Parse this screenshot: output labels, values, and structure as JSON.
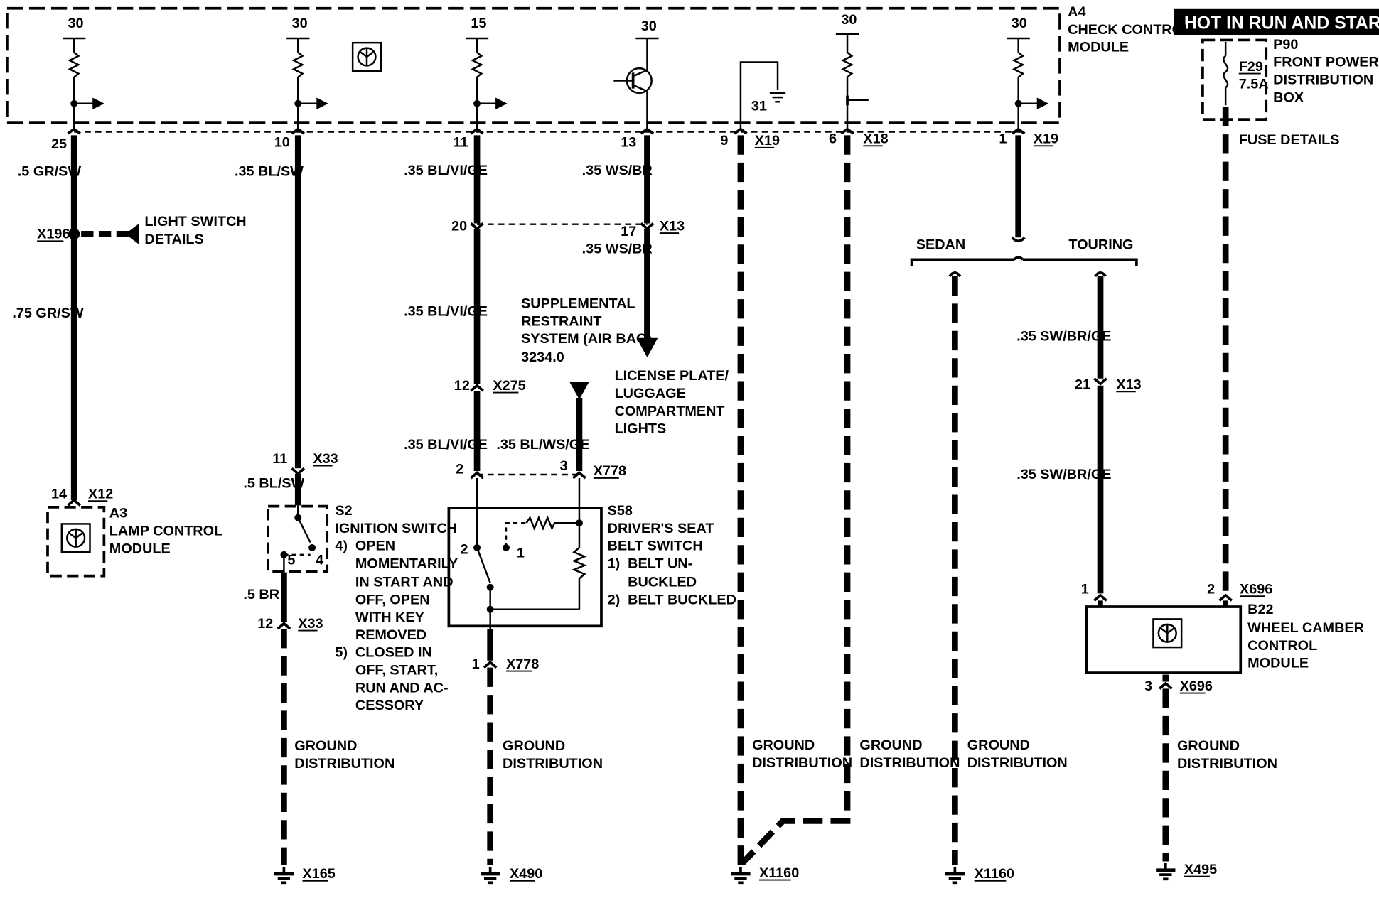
{
  "colors": {
    "ink": "#000000",
    "paper": "#ffffff"
  },
  "header": {
    "title": "HOT IN RUN AND START"
  },
  "fuse": {
    "ref": "F29",
    "rating": "7.5A",
    "box_ref": "P90",
    "box_line1": "FRONT POWER",
    "box_line2": "DISTRIBUTION",
    "box_line3": "BOX",
    "details": "FUSE DETAILS"
  },
  "a4": {
    "ref": "A4",
    "line1": "CHECK CONTROL",
    "line2": "MODULE"
  },
  "circuits": {
    "c1": {
      "terminal": "30",
      "pin": "25",
      "wire1": ".5 GR/SW",
      "connector": "X196",
      "wire2": ".75 GR/SW",
      "end_pin": "14",
      "end_connector": "X12"
    },
    "c2": {
      "terminal": "30",
      "pin": "10",
      "wire1": ".35 BL/SW",
      "pin2": "11",
      "connector2": "X33",
      "wire2": ".5 BL/SW",
      "wire3": ".5 BR",
      "pin3": "12",
      "connector3": "X33",
      "ground": "X165"
    },
    "c3": {
      "terminal": "15",
      "pin": "11",
      "wire1": ".35 BL/VI/GE",
      "splice_pin": "20",
      "wire2": ".35 BL/VI/GE",
      "pin2": "12",
      "connector2": "X275",
      "wire3": ".35 BL/VI/GE",
      "pin3": "2",
      "ground_pin": "1",
      "connector3": "X778",
      "ground": "X490"
    },
    "c4": {
      "terminal": "30",
      "pin": "13",
      "wire1": ".35 WS/BR",
      "pin2": "17",
      "connector2": "X13",
      "wire2": ".35 WS/BR"
    },
    "c5": {
      "terminal": "31",
      "pin": "9",
      "connector": "X19"
    },
    "c6": {
      "terminal": "30",
      "pin": "6",
      "connector": "X18"
    },
    "c7": {
      "terminal": "30",
      "pin": "1",
      "connector": "X19",
      "wire1": ".35 SW/BR/GE",
      "pin2": "21",
      "connector2": "X13",
      "wire2": ".35 SW/BR/GE"
    },
    "lp": {
      "wire": ".35 BL/WS/GE",
      "pin": "3",
      "connector": "X778"
    }
  },
  "a3": {
    "ref": "A3",
    "line1": "LAMP CONTROL",
    "line2": "MODULE"
  },
  "light_switch": {
    "line1": "LIGHT SWITCH",
    "line2": "DETAILS"
  },
  "s2": {
    "ref": "S2",
    "name": "IGNITION SWITCH",
    "pin_a": "5",
    "pin_b": "4",
    "n4": "4)",
    "n5": "5)",
    "note4": [
      "OPEN",
      "MOMENTARILY",
      "IN START AND",
      "OFF, OPEN",
      "WITH KEY",
      "REMOVED"
    ],
    "note5": [
      "CLOSED IN",
      "OFF, START,",
      "RUN AND AC-",
      "CESSORY"
    ]
  },
  "srs": {
    "lines": [
      "SUPPLEMENTAL",
      "RESTRAINT",
      "SYSTEM (AIR BAG)",
      "3234.0"
    ]
  },
  "license": {
    "lines": [
      "LICENSE PLATE/",
      "LUGGAGE",
      "COMPARTMENT",
      "LIGHTS"
    ]
  },
  "s58": {
    "ref": "S58",
    "line1": "DRIVER'S SEAT",
    "line2": "BELT SWITCH",
    "n1": "1)",
    "n2": "2)",
    "state1a": "BELT UN-",
    "state1b": "BUCKLED",
    "state2": "BELT BUCKLED",
    "pos1": "1",
    "pos2": "2"
  },
  "variants": {
    "sedan": "SEDAN",
    "touring": "TOURING"
  },
  "b22": {
    "ref": "B22",
    "line1": "WHEEL CAMBER",
    "line2": "CONTROL",
    "line3": "MODULE",
    "pin1": "1",
    "pin2": "2",
    "connector": "X696",
    "pin3": "3",
    "connector3": "X696",
    "ground": "X495"
  },
  "ground": {
    "line1": "GROUND",
    "line2": "DISTRIBUTION",
    "g_x19": "X1160",
    "g_sedan": "X1160"
  }
}
